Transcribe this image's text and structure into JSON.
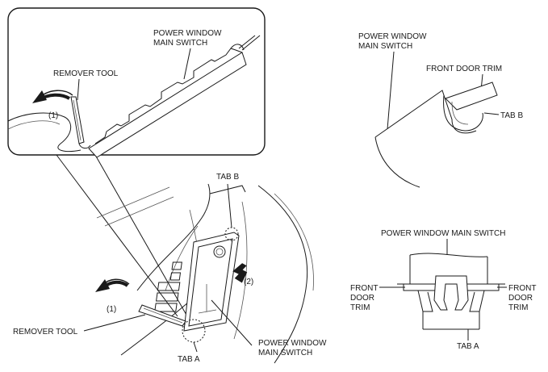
{
  "inset": {
    "power_window_main_switch_1": "POWER WINDOW",
    "power_window_main_switch_2": "MAIN SWITCH",
    "remover_tool": "REMOVER TOOL",
    "step1": "(1)"
  },
  "main": {
    "tab_b": "TAB B",
    "step2": "(2)",
    "step1": "(1)",
    "remover_tool": "REMOVER TOOL",
    "tab_a": "TAB A",
    "power_window_main_switch_1": "POWER WINDOW",
    "power_window_main_switch_2": "MAIN SWITCH"
  },
  "top_right": {
    "power_window_main_switch_1": "POWER WINDOW",
    "power_window_main_switch_2": "MAIN SWITCH",
    "front_door_trim": "FRONT DOOR TRIM",
    "tab_b": "TAB B"
  },
  "bottom_right": {
    "power_window_main_switch": "POWER WINDOW MAIN SWITCH",
    "front_left_1": "FRONT",
    "front_left_2": "DOOR",
    "front_left_3": "TRIM",
    "front_right_1": "FRONT",
    "front_right_2": "DOOR",
    "front_right_3": "TRIM",
    "tab_a": "TAB A"
  }
}
